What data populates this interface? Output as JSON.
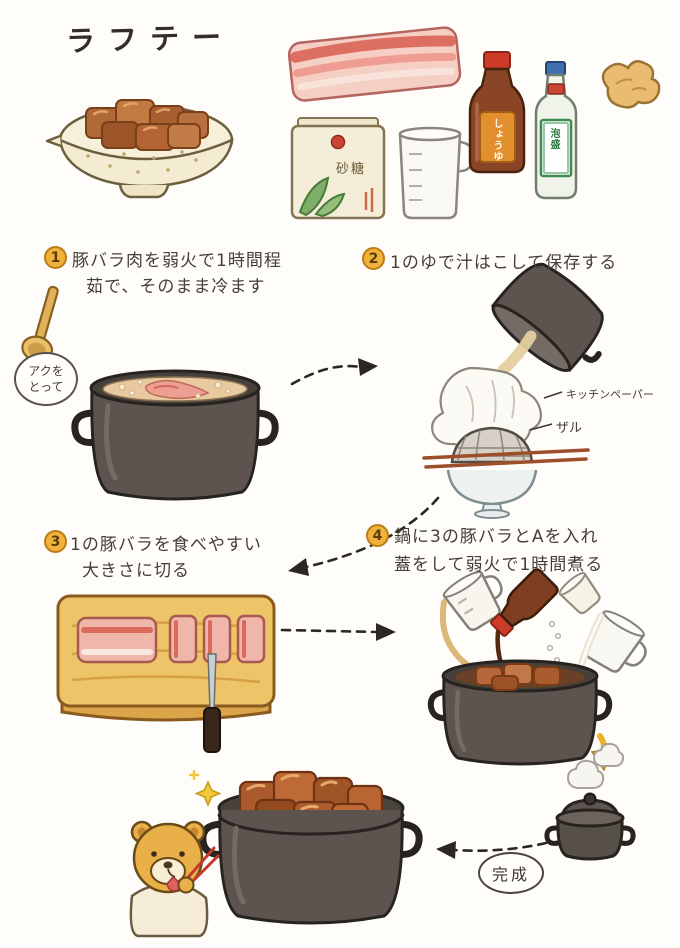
{
  "page": {
    "title": "ラフテー"
  },
  "ingredients": {
    "sugar_label": "砂糖",
    "soy_sauce_label": "しょうゆ",
    "awamori_label": "泡盛"
  },
  "steps": [
    {
      "number": "1",
      "line1": "豚バラ肉を弱火で1時間程",
      "line2": "茹で、そのまま冷ます",
      "bubble_line1": "アクを",
      "bubble_line2": "とって"
    },
    {
      "number": "2",
      "line1": "1のゆで汁はこして保存する",
      "label_kitchen_paper": "キッチンペーパー",
      "label_sieve": "ザル"
    },
    {
      "number": "3",
      "line1": "1の豚バラを食べやすい",
      "line2": "大きさに切る"
    },
    {
      "number": "4",
      "line1": "鍋に3の豚バラとAを入れ",
      "line2": "蓋をして弱火で1時間煮る"
    }
  ],
  "finish_label": "完成",
  "colors": {
    "ink": "#2b2723",
    "pot_body": "#5d5450",
    "badge_yellow": "#f0b23a",
    "pork_pink": "#f1b6aa",
    "braised_brown": "#aa5a2c",
    "wood": "#eec468"
  }
}
